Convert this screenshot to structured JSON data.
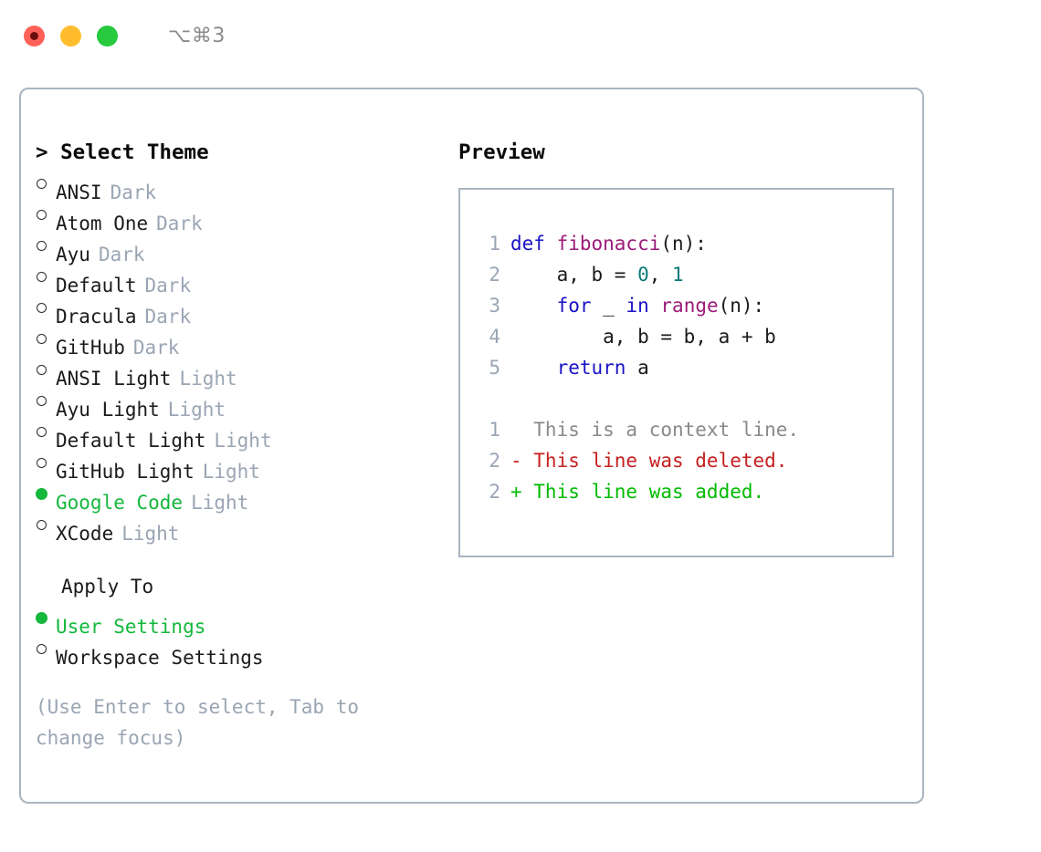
{
  "window": {
    "shortcut": "⌥⌘3",
    "lights": [
      {
        "name": "close",
        "color": "#ff6159",
        "recording": true
      },
      {
        "name": "minimize",
        "color": "#ffbd2e",
        "recording": false
      },
      {
        "name": "maximize",
        "color": "#27c93f",
        "recording": false
      }
    ]
  },
  "theme_selector": {
    "header": "> Select Theme",
    "options": [
      {
        "name": "ANSI",
        "tag": "Dark",
        "selected": false
      },
      {
        "name": "Atom One",
        "tag": "Dark",
        "selected": false
      },
      {
        "name": "Ayu",
        "tag": "Dark",
        "selected": false
      },
      {
        "name": "Default",
        "tag": "Dark",
        "selected": false
      },
      {
        "name": "Dracula",
        "tag": "Dark",
        "selected": false
      },
      {
        "name": "GitHub",
        "tag": "Dark",
        "selected": false
      },
      {
        "name": "ANSI Light",
        "tag": "Light",
        "selected": false
      },
      {
        "name": "Ayu Light",
        "tag": "Light",
        "selected": false
      },
      {
        "name": "Default Light",
        "tag": "Light",
        "selected": false
      },
      {
        "name": "GitHub Light",
        "tag": "Light",
        "selected": false
      },
      {
        "name": "Google Code",
        "tag": "Light",
        "selected": true
      },
      {
        "name": "XCode",
        "tag": "Light",
        "selected": false
      }
    ]
  },
  "apply_to": {
    "title": "Apply To",
    "options": [
      {
        "name": "User Settings",
        "selected": true
      },
      {
        "name": "Workspace Settings",
        "selected": false
      }
    ]
  },
  "hint": "(Use Enter to select, Tab to change focus)",
  "preview": {
    "title": "Preview",
    "code_lines": [
      {
        "no": "1",
        "tokens": [
          {
            "t": "def ",
            "c": "kw"
          },
          {
            "t": "fibonacci",
            "c": "fn"
          },
          {
            "t": "(n):",
            "c": "plain"
          }
        ]
      },
      {
        "no": "2",
        "tokens": [
          {
            "t": "    a, b = ",
            "c": "plain"
          },
          {
            "t": "0",
            "c": "num"
          },
          {
            "t": ", ",
            "c": "plain"
          },
          {
            "t": "1",
            "c": "num"
          }
        ]
      },
      {
        "no": "3",
        "tokens": [
          {
            "t": "    ",
            "c": "plain"
          },
          {
            "t": "for",
            "c": "kw"
          },
          {
            "t": " _ ",
            "c": "plain"
          },
          {
            "t": "in",
            "c": "kw"
          },
          {
            "t": " ",
            "c": "plain"
          },
          {
            "t": "range",
            "c": "fn"
          },
          {
            "t": "(n):",
            "c": "plain"
          }
        ]
      },
      {
        "no": "4",
        "tokens": [
          {
            "t": "        a, b = b, a + b",
            "c": "plain"
          }
        ]
      },
      {
        "no": "5",
        "tokens": [
          {
            "t": "    ",
            "c": "plain"
          },
          {
            "t": "return",
            "c": "kw"
          },
          {
            "t": " a",
            "c": "plain"
          }
        ]
      }
    ],
    "diff_lines": [
      {
        "no": "1",
        "kind": "ctx",
        "text": "  This is a context line."
      },
      {
        "no": "2",
        "kind": "del",
        "text": "- This line was deleted."
      },
      {
        "no": "2",
        "kind": "add",
        "text": "+ This line was added."
      }
    ]
  },
  "colors": {
    "accent_green": "#14b83c",
    "border": "#aab4c2",
    "muted": "#9aa5b4",
    "keyword": "#1a13c4",
    "function": "#9b1a7a",
    "number": "#0b7a7a",
    "diff_added": "#00bb00",
    "diff_deleted": "#c62020",
    "diff_context": "#8a8a8a"
  }
}
